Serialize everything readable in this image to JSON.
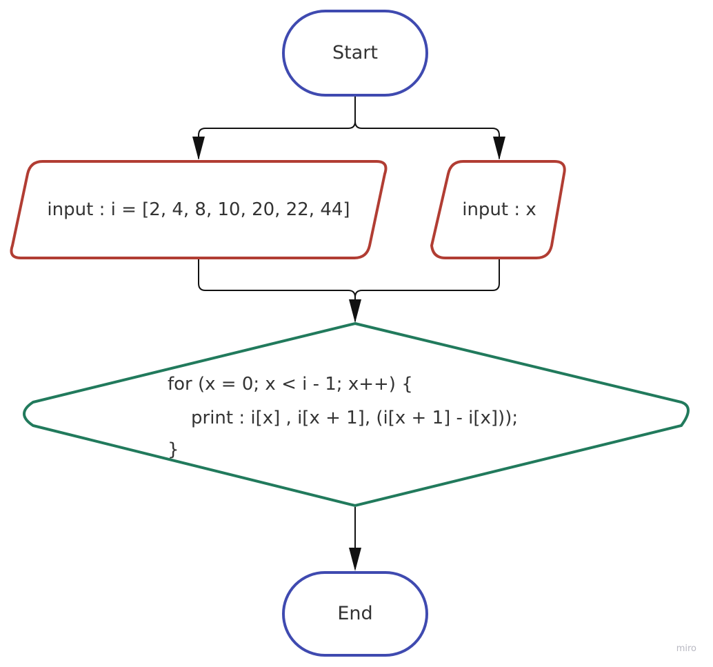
{
  "nodes": {
    "start": {
      "label": "Start",
      "shape": "terminator",
      "stroke": "#3f4ab0"
    },
    "input_i": {
      "label": "input : i = [2, 4, 8, 10, 20, 22, 44]",
      "shape": "parallelogram",
      "stroke": "#b13d33"
    },
    "input_x": {
      "label": "input : x",
      "shape": "parallelogram",
      "stroke": "#b13d33"
    },
    "loop": {
      "shape": "decision",
      "stroke": "#217a5c",
      "line1": "for (x = 0; x < i - 1; x++) {",
      "line2": "print : i[x] , i[x + 1], (i[x + 1] - i[x]));",
      "line3": "}"
    },
    "end": {
      "label": "End",
      "shape": "terminator",
      "stroke": "#3f4ab0"
    }
  },
  "edges": [
    {
      "from": "start",
      "to": "input_i"
    },
    {
      "from": "start",
      "to": "input_x"
    },
    {
      "from": "input_i",
      "to": "loop"
    },
    {
      "from": "input_x",
      "to": "loop"
    },
    {
      "from": "loop",
      "to": "end"
    }
  ],
  "watermark": "miro"
}
